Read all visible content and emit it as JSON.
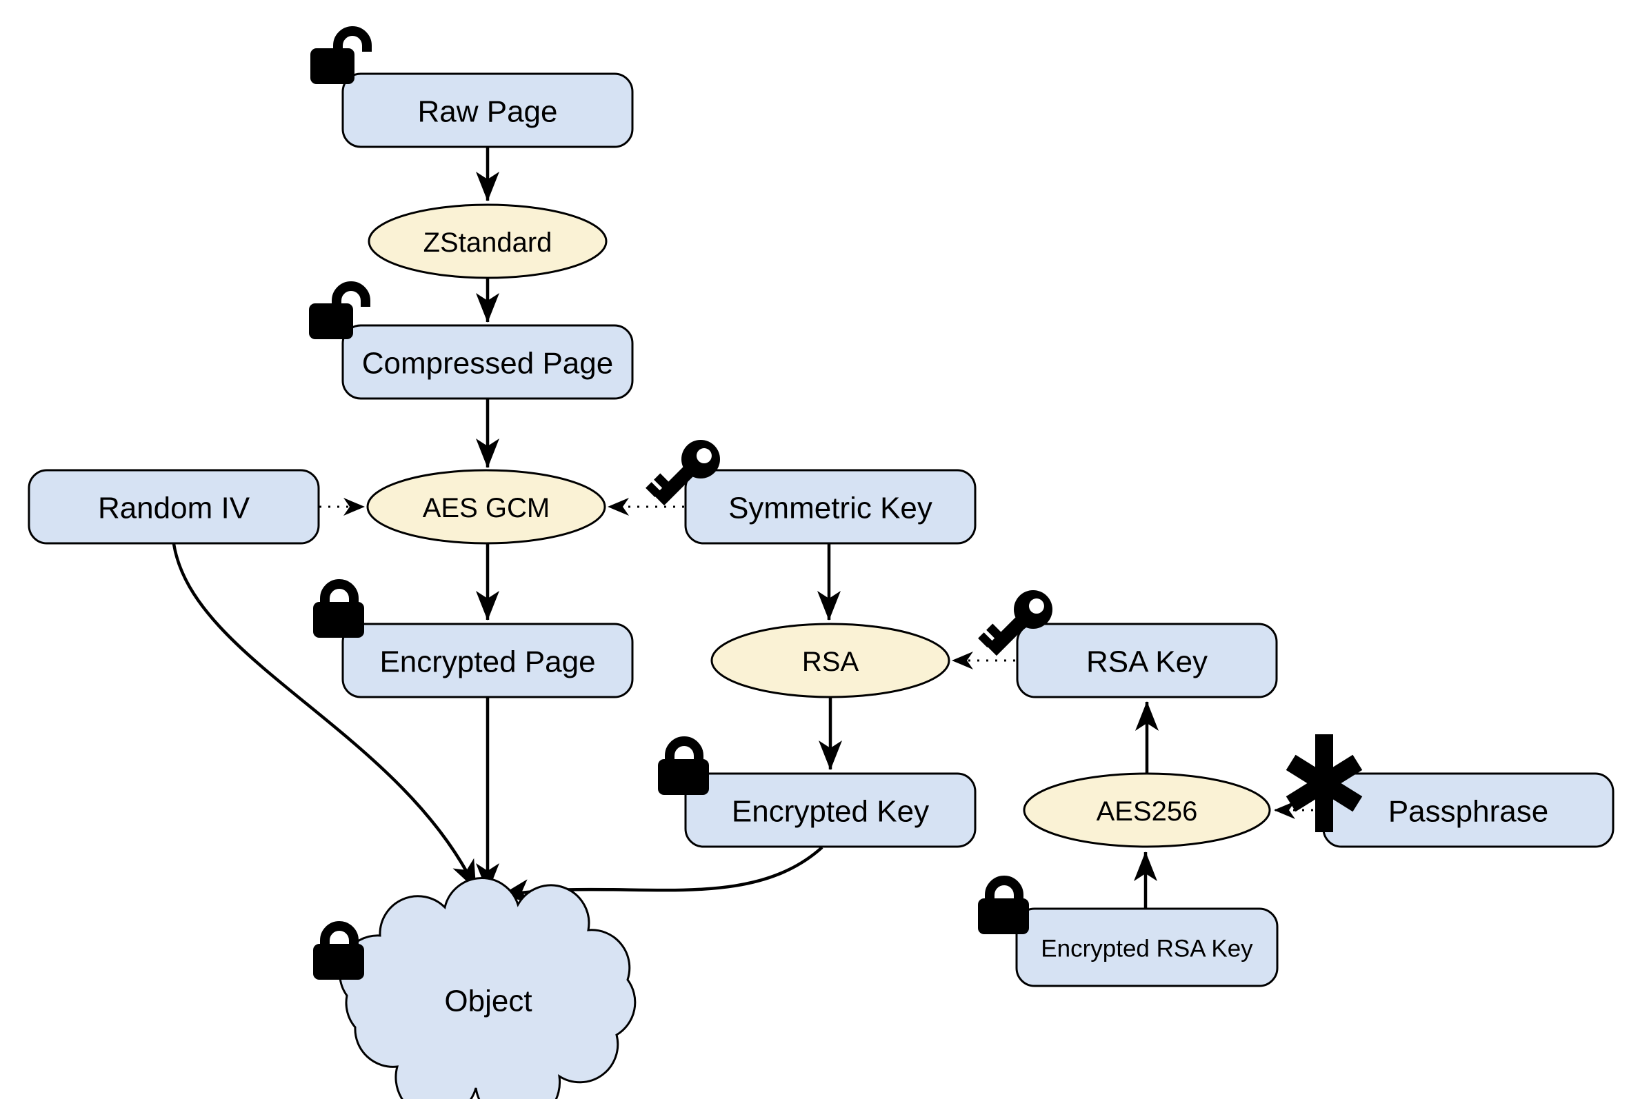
{
  "diagram": {
    "type": "flowchart",
    "colors": {
      "box_fill": "#d6e2f3",
      "ellipse_fill": "#faf2d5",
      "cloud_fill": "#d8e3f3",
      "stroke": "#000000",
      "bg": "#ffffff"
    },
    "nodes": {
      "raw_page": {
        "label": "Raw Page",
        "shape": "rounded-box",
        "icon": "unlocked-padlock"
      },
      "zstandard": {
        "label": "ZStandard",
        "shape": "ellipse"
      },
      "compressed_page": {
        "label": "Compressed Page",
        "shape": "rounded-box",
        "icon": "unlocked-padlock"
      },
      "random_iv": {
        "label": "Random IV",
        "shape": "rounded-box"
      },
      "aes_gcm": {
        "label": "AES GCM",
        "shape": "ellipse"
      },
      "symmetric_key": {
        "label": "Symmetric Key",
        "shape": "rounded-box",
        "icon": "key"
      },
      "encrypted_page": {
        "label": "Encrypted Page",
        "shape": "rounded-box",
        "icon": "locked-padlock"
      },
      "rsa": {
        "label": "RSA",
        "shape": "ellipse"
      },
      "rsa_key": {
        "label": "RSA Key",
        "shape": "rounded-box",
        "icon": "key"
      },
      "encrypted_key": {
        "label": "Encrypted Key",
        "shape": "rounded-box",
        "icon": "locked-padlock"
      },
      "aes256": {
        "label": "AES256",
        "shape": "ellipse"
      },
      "passphrase": {
        "label": "Passphrase",
        "shape": "rounded-box",
        "icon": "asterisk"
      },
      "encrypted_rsa_key": {
        "label": "Encrypted RSA Key",
        "shape": "rounded-box",
        "icon": "locked-padlock"
      },
      "object": {
        "label": "Object",
        "shape": "cloud",
        "icon": "locked-padlock"
      }
    },
    "edges": [
      {
        "from": "raw_page",
        "to": "zstandard",
        "style": "solid-arrow"
      },
      {
        "from": "zstandard",
        "to": "compressed_page",
        "style": "solid-arrow"
      },
      {
        "from": "compressed_page",
        "to": "aes_gcm",
        "style": "solid-arrow"
      },
      {
        "from": "random_iv",
        "to": "aes_gcm",
        "style": "dotted-arrow"
      },
      {
        "from": "symmetric_key",
        "to": "aes_gcm",
        "style": "dotted-arrow"
      },
      {
        "from": "aes_gcm",
        "to": "encrypted_page",
        "style": "solid-arrow"
      },
      {
        "from": "symmetric_key",
        "to": "rsa",
        "style": "solid-arrow"
      },
      {
        "from": "rsa_key",
        "to": "rsa",
        "style": "dotted-arrow"
      },
      {
        "from": "rsa",
        "to": "encrypted_key",
        "style": "solid-arrow"
      },
      {
        "from": "encrypted_page",
        "to": "object",
        "style": "solid-arrow"
      },
      {
        "from": "random_iv",
        "to": "object",
        "style": "solid-arrow-curved"
      },
      {
        "from": "encrypted_key",
        "to": "object",
        "style": "solid-arrow-curved"
      },
      {
        "from": "encrypted_rsa_key",
        "to": "aes256",
        "style": "solid-arrow"
      },
      {
        "from": "passphrase",
        "to": "aes256",
        "style": "dotted-arrow"
      },
      {
        "from": "aes256",
        "to": "rsa_key",
        "style": "solid-arrow"
      }
    ]
  }
}
